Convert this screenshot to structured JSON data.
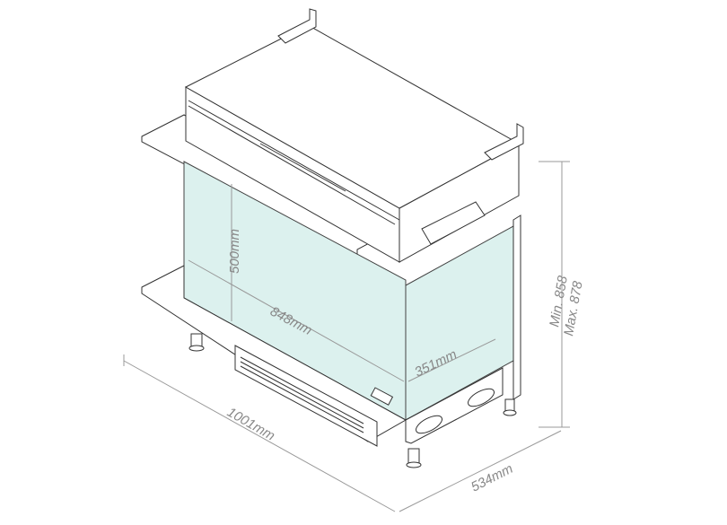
{
  "dimensions": {
    "glass_height": "500mm",
    "glass_width": "848mm",
    "glass_depth": "351mm",
    "overall_width": "1001mm",
    "overall_depth": "534mm",
    "height_min": "Min. 858",
    "height_max": "Max. 878"
  },
  "colors": {
    "glass": "#dcf1ee",
    "line": "#333333",
    "dimension": "#999999"
  }
}
